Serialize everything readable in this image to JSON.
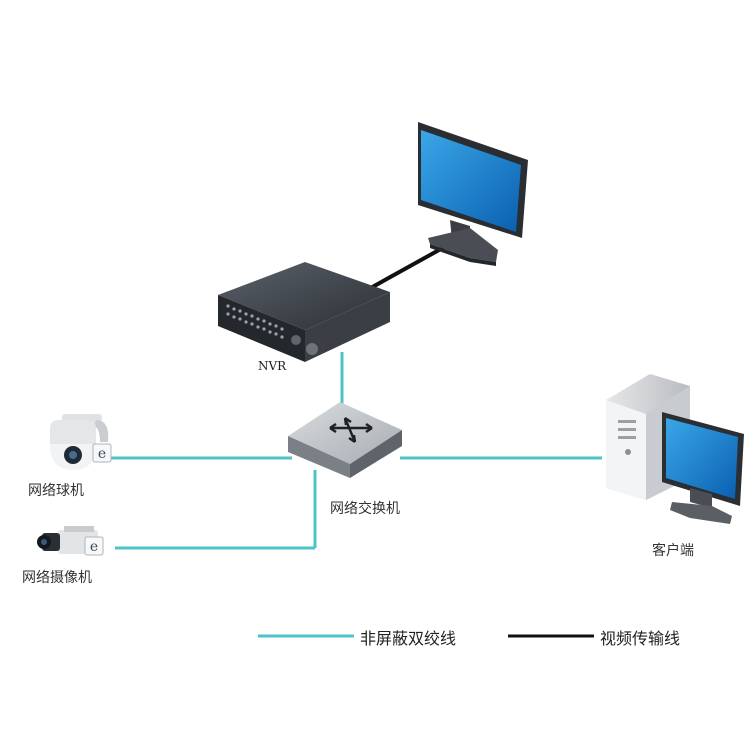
{
  "nodes": {
    "nvr": {
      "label": "NVR"
    },
    "switch": {
      "label": "网络交换机"
    },
    "dome_camera": {
      "label": "网络球机"
    },
    "box_camera": {
      "label": "网络摄像机"
    },
    "client": {
      "label": "客户端"
    },
    "monitor": {
      "label": ""
    }
  },
  "legend": {
    "utp": {
      "label": "非屏蔽双绞线",
      "color": "#4cc3c9"
    },
    "video": {
      "label": "视频传输线",
      "color": "#111111"
    }
  },
  "edges": [
    {
      "from": "dome_camera",
      "to": "switch",
      "type": "utp"
    },
    {
      "from": "box_camera",
      "to": "switch",
      "type": "utp"
    },
    {
      "from": "switch",
      "to": "client",
      "type": "utp"
    },
    {
      "from": "switch",
      "to": "nvr",
      "type": "utp"
    },
    {
      "from": "nvr",
      "to": "monitor",
      "type": "video"
    }
  ]
}
